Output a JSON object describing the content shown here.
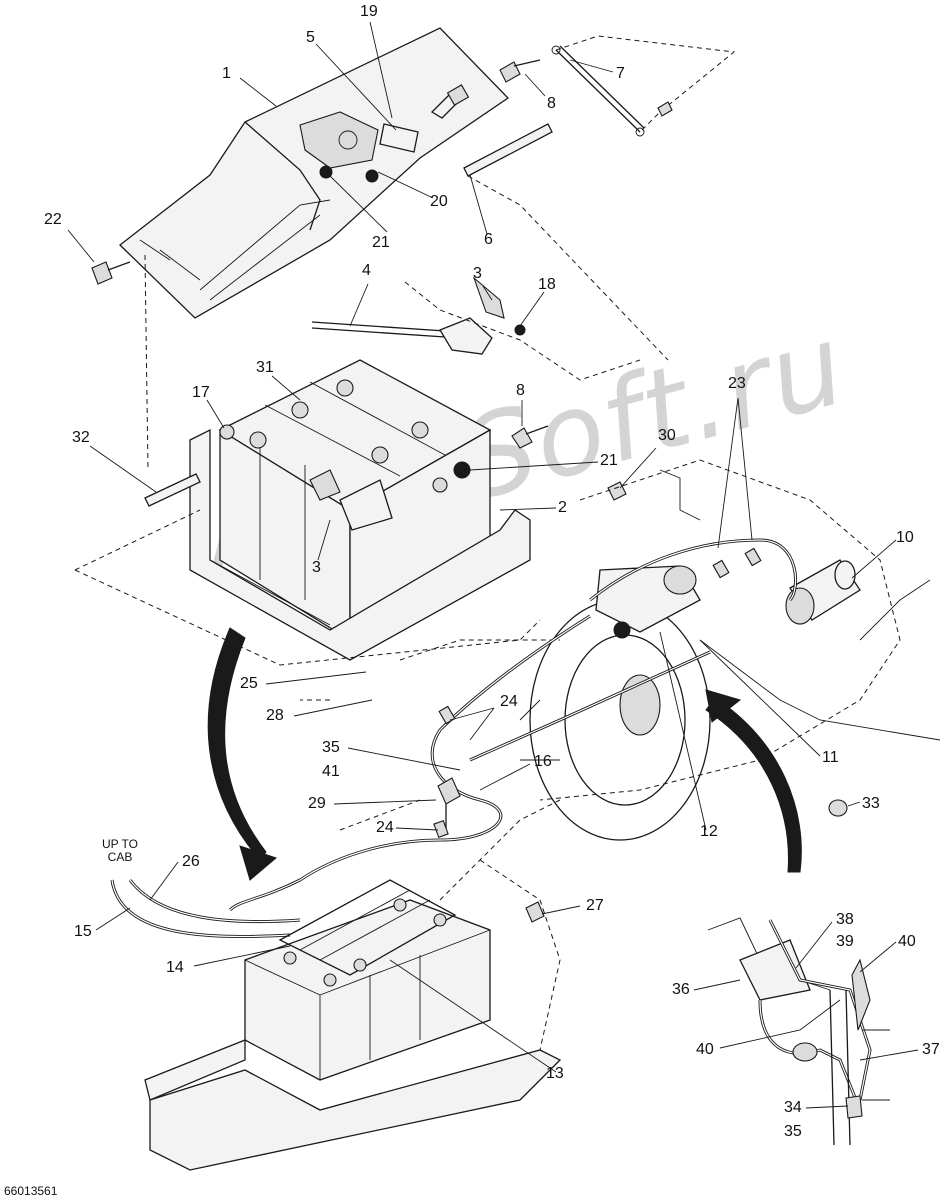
{
  "diagram": {
    "figure_id": "66013561",
    "watermark": "AutoSoft.ru",
    "note": "UP TO\nCAB",
    "callouts": [
      {
        "id": "c19",
        "label": "19"
      },
      {
        "id": "c5",
        "label": "5"
      },
      {
        "id": "c1",
        "label": "1"
      },
      {
        "id": "c7",
        "label": "7"
      },
      {
        "id": "c8a",
        "label": "8"
      },
      {
        "id": "c20",
        "label": "20"
      },
      {
        "id": "c6",
        "label": "6"
      },
      {
        "id": "c21a",
        "label": "21"
      },
      {
        "id": "c22",
        "label": "22"
      },
      {
        "id": "c4",
        "label": "4"
      },
      {
        "id": "c3a",
        "label": "3"
      },
      {
        "id": "c18",
        "label": "18"
      },
      {
        "id": "c31",
        "label": "31"
      },
      {
        "id": "c17",
        "label": "17"
      },
      {
        "id": "c8b",
        "label": "8"
      },
      {
        "id": "c23",
        "label": "23"
      },
      {
        "id": "c32",
        "label": "32"
      },
      {
        "id": "c30",
        "label": "30"
      },
      {
        "id": "c21b",
        "label": "21"
      },
      {
        "id": "c2",
        "label": "2"
      },
      {
        "id": "c10",
        "label": "10"
      },
      {
        "id": "c3b",
        "label": "3"
      },
      {
        "id": "c25",
        "label": "25"
      },
      {
        "id": "c28",
        "label": "28"
      },
      {
        "id": "c24a",
        "label": "24"
      },
      {
        "id": "c35a",
        "label": "35"
      },
      {
        "id": "c41",
        "label": "41"
      },
      {
        "id": "c16",
        "label": "16"
      },
      {
        "id": "c11",
        "label": "11"
      },
      {
        "id": "c29",
        "label": "29"
      },
      {
        "id": "c33",
        "label": "33"
      },
      {
        "id": "c24b",
        "label": "24"
      },
      {
        "id": "c12",
        "label": "12"
      },
      {
        "id": "c26",
        "label": "26"
      },
      {
        "id": "c15",
        "label": "15"
      },
      {
        "id": "c27",
        "label": "27"
      },
      {
        "id": "c38",
        "label": "38"
      },
      {
        "id": "c39",
        "label": "39"
      },
      {
        "id": "c40a",
        "label": "40"
      },
      {
        "id": "c36",
        "label": "36"
      },
      {
        "id": "c14",
        "label": "14"
      },
      {
        "id": "c40b",
        "label": "40"
      },
      {
        "id": "c37",
        "label": "37"
      },
      {
        "id": "c13",
        "label": "13"
      },
      {
        "id": "c34",
        "label": "34"
      },
      {
        "id": "c35b",
        "label": "35"
      }
    ]
  }
}
